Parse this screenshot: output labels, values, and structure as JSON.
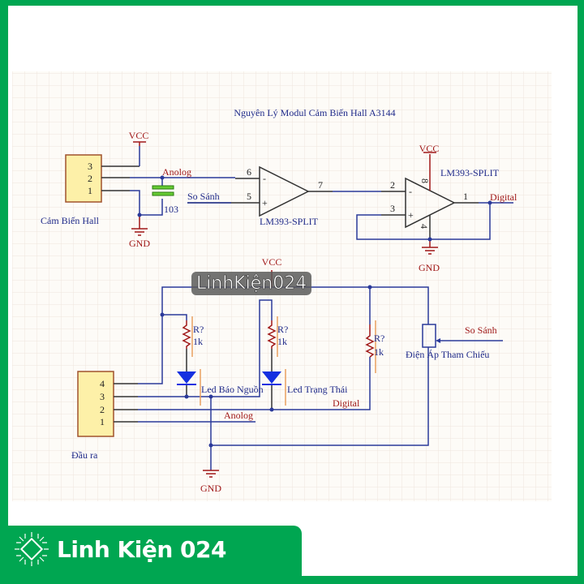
{
  "title": "Nguyên Lý Modul Cảm Biến Hall A3144",
  "brand": {
    "name": "Linh Kiện 024",
    "watermark": "LinhKiện024",
    "color": "#00a651"
  },
  "sensor_circuit": {
    "connector_label": "Cảm Biến Hall",
    "connector_pins": [
      "3",
      "2",
      "1"
    ],
    "vcc": "VCC",
    "gnd": "GND",
    "capacitor": "103",
    "net_analog": "Anolog",
    "net_compare": "So Sánh",
    "comparator1": {
      "part": "LM393-SPLIT",
      "pin_inv": "6",
      "pin_noninv": "5",
      "pin_out": "7",
      "minus": "-",
      "plus": "+"
    },
    "comparator2": {
      "part": "LM393-SPLIT",
      "pin_inv": "2",
      "pin_noninv": "3",
      "pin_out": "1",
      "pin_vcc": "8",
      "pin_gnd": "4",
      "minus": "-",
      "plus": "+",
      "vcc": "VCC",
      "gnd": "GND"
    },
    "net_digital": "Digital"
  },
  "output_circuit": {
    "connector_label": "Đầu ra",
    "connector_pins": [
      "4",
      "3",
      "2",
      "1"
    ],
    "vcc": "VCC",
    "gnd": "GND",
    "resistors": [
      {
        "ref": "R?",
        "value": "1k"
      },
      {
        "ref": "R?",
        "value": "1k"
      },
      {
        "ref": "R?",
        "value": "1k"
      }
    ],
    "led1": "Led Báo Nguồn",
    "led2": "Led Trạng Thái",
    "net_digital": "Digital",
    "net_analog": "Anolog",
    "net_compare": "So Sánh",
    "pot": "Điện Áp Tham Chiếu"
  }
}
